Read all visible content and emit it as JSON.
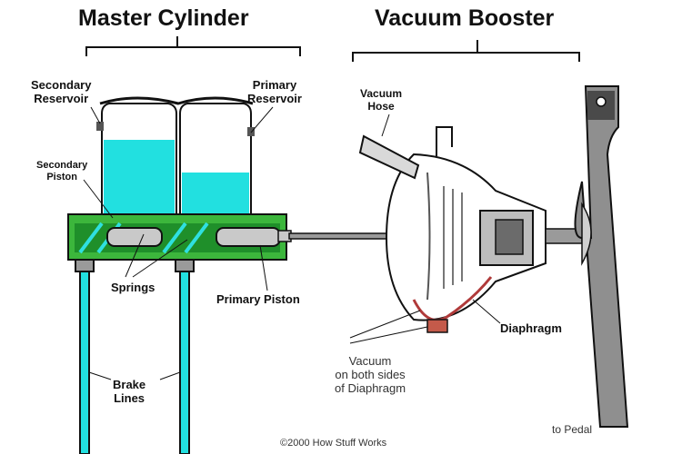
{
  "headings": {
    "master_cylinder": "Master Cylinder",
    "vacuum_booster": "Vacuum Booster"
  },
  "labels": {
    "secondary_reservoir": [
      "Secondary",
      "Reservoir"
    ],
    "primary_reservoir": [
      "Primary",
      "Reservoir"
    ],
    "secondary_piston": [
      "Secondary",
      "Piston"
    ],
    "springs": "Springs",
    "primary_piston": "Primary Piston",
    "brake_lines": [
      "Brake",
      "Lines"
    ],
    "vacuum_hose": [
      "Vacuum",
      "Hose"
    ],
    "diaphragm": "Diaphragm",
    "vacuum_note": [
      "Vacuum",
      "on both sides",
      "of Diaphragm"
    ],
    "to_pedal": "to Pedal",
    "copyright": "©2000 How Stuff Works"
  },
  "colors": {
    "fluid": "#22e0e0",
    "cylinder_body": "#3cb63c",
    "outline": "#111111",
    "chamber_red": "#b03a3a",
    "metal": "#9a9a9a"
  }
}
